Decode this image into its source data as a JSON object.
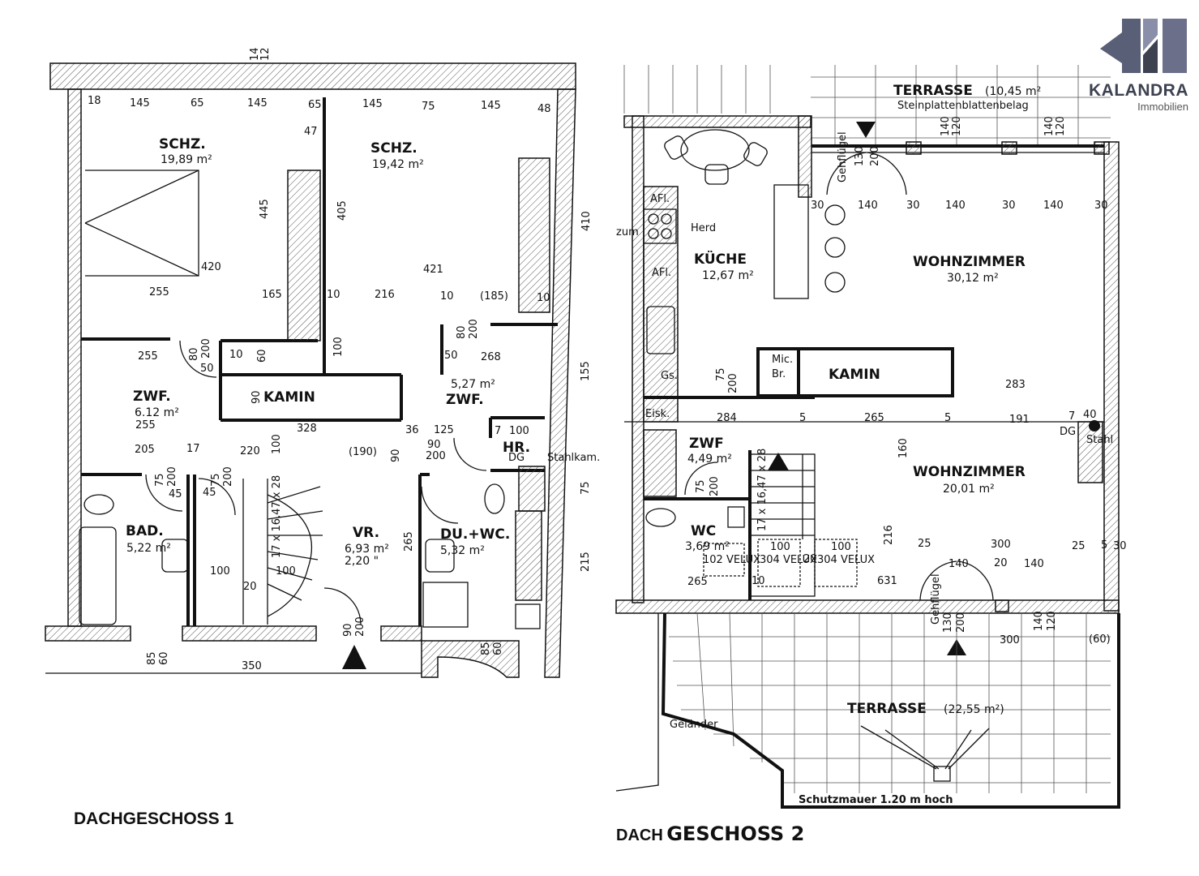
{
  "brand": {
    "name": "KALANDRA",
    "subtitle": "Immobilien",
    "color_dark": "#3d4150",
    "color_light": "#6b6f8a"
  },
  "floor1": {
    "caption": "DACHGESCHOSS 1",
    "rooms": [
      {
        "label": "SCHZ.",
        "area": "19,89 m²"
      },
      {
        "label": "SCHZ.",
        "area": "19,42 m²"
      },
      {
        "label": "ZWF.",
        "area": "6.12  m²"
      },
      {
        "label": "KAMIN",
        "area": ""
      },
      {
        "label": "ZWF.",
        "area": "5,27 m²"
      },
      {
        "label": "HR.",
        "area": ""
      },
      {
        "label": "BAD.",
        "area": "5,22 m²"
      },
      {
        "label": "VR.",
        "area": "6,93 m²"
      },
      {
        "label": "DU.+WC.",
        "area": "5,32 m²"
      }
    ],
    "extra_texts": [
      "2,20 \"",
      "Stahlkam.",
      "DG",
      "17 x 16,47 x 28"
    ],
    "dims": [
      "18",
      "145",
      "65",
      "145",
      "65",
      "145",
      "75",
      "145",
      "48",
      "47",
      "445",
      "405",
      "420",
      "421",
      "255",
      "165",
      "10",
      "216",
      "10",
      "(185)",
      "10",
      "255",
      "80",
      "200",
      "10",
      "60",
      "100",
      "80",
      "200",
      "50",
      "268",
      "50",
      "255",
      "90",
      "328",
      "36",
      "125",
      "7",
      "100",
      "205",
      "17",
      "220",
      "100",
      "(190)",
      "90",
      "90",
      "200",
      "75",
      "200",
      "45",
      "75",
      "200",
      "45",
      "90",
      "200",
      "85",
      "60",
      "350",
      "85",
      "60",
      "100",
      "20",
      "100",
      "265",
      "75",
      "215",
      "155",
      "410",
      "14",
      "12"
    ]
  },
  "floor2": {
    "caption_small": "DACH",
    "caption_big": "GESCHOSS 2",
    "rooms": [
      {
        "label": "TERRASSE",
        "area": "(10,45 m²"
      },
      {
        "label": "KÜCHE",
        "area": "12,67 m²"
      },
      {
        "label": "WOHNZIMMER",
        "area": "30,12 m²"
      },
      {
        "label": "KAMIN",
        "area": ""
      },
      {
        "label": "ZWF",
        "area": "4,49 m²"
      },
      {
        "label": "WOHNZIMMER",
        "area": "20,01 m²"
      },
      {
        "label": "WC",
        "area": "3,69 m²"
      },
      {
        "label": "TERRASSE",
        "area": "(22,55 m²)"
      }
    ],
    "extra_texts": [
      "Steinplattenblattenbelag",
      "AFl.",
      "Herd",
      "AFl.",
      "Gs.",
      "Eisk.",
      "Mic.",
      "Br.",
      "Gehflügel",
      "Gehflügel",
      "Geländer",
      "Schutzmauer    1.20 m hoch",
      "102 VELUX",
      "304 VELUX",
      "304 VELUX",
      "Stahl",
      "DG",
      "17 x 16,47 x 28",
      "zum"
    ],
    "dims": [
      "30",
      "140",
      "30",
      "140",
      "30",
      "140",
      "30",
      "130",
      "200",
      "140",
      "120",
      "140",
      "120",
      "75",
      "200",
      "283",
      "284",
      "5",
      "265",
      "5",
      "191",
      "7",
      "40",
      "160",
      "216",
      "25",
      "300",
      "25",
      "5",
      "30",
      "631",
      "140",
      "20",
      "140",
      "130",
      "200",
      "140",
      "120",
      "300",
      "(60)",
      "75",
      "200",
      "265",
      "10",
      "100",
      "20",
      "100"
    ]
  }
}
